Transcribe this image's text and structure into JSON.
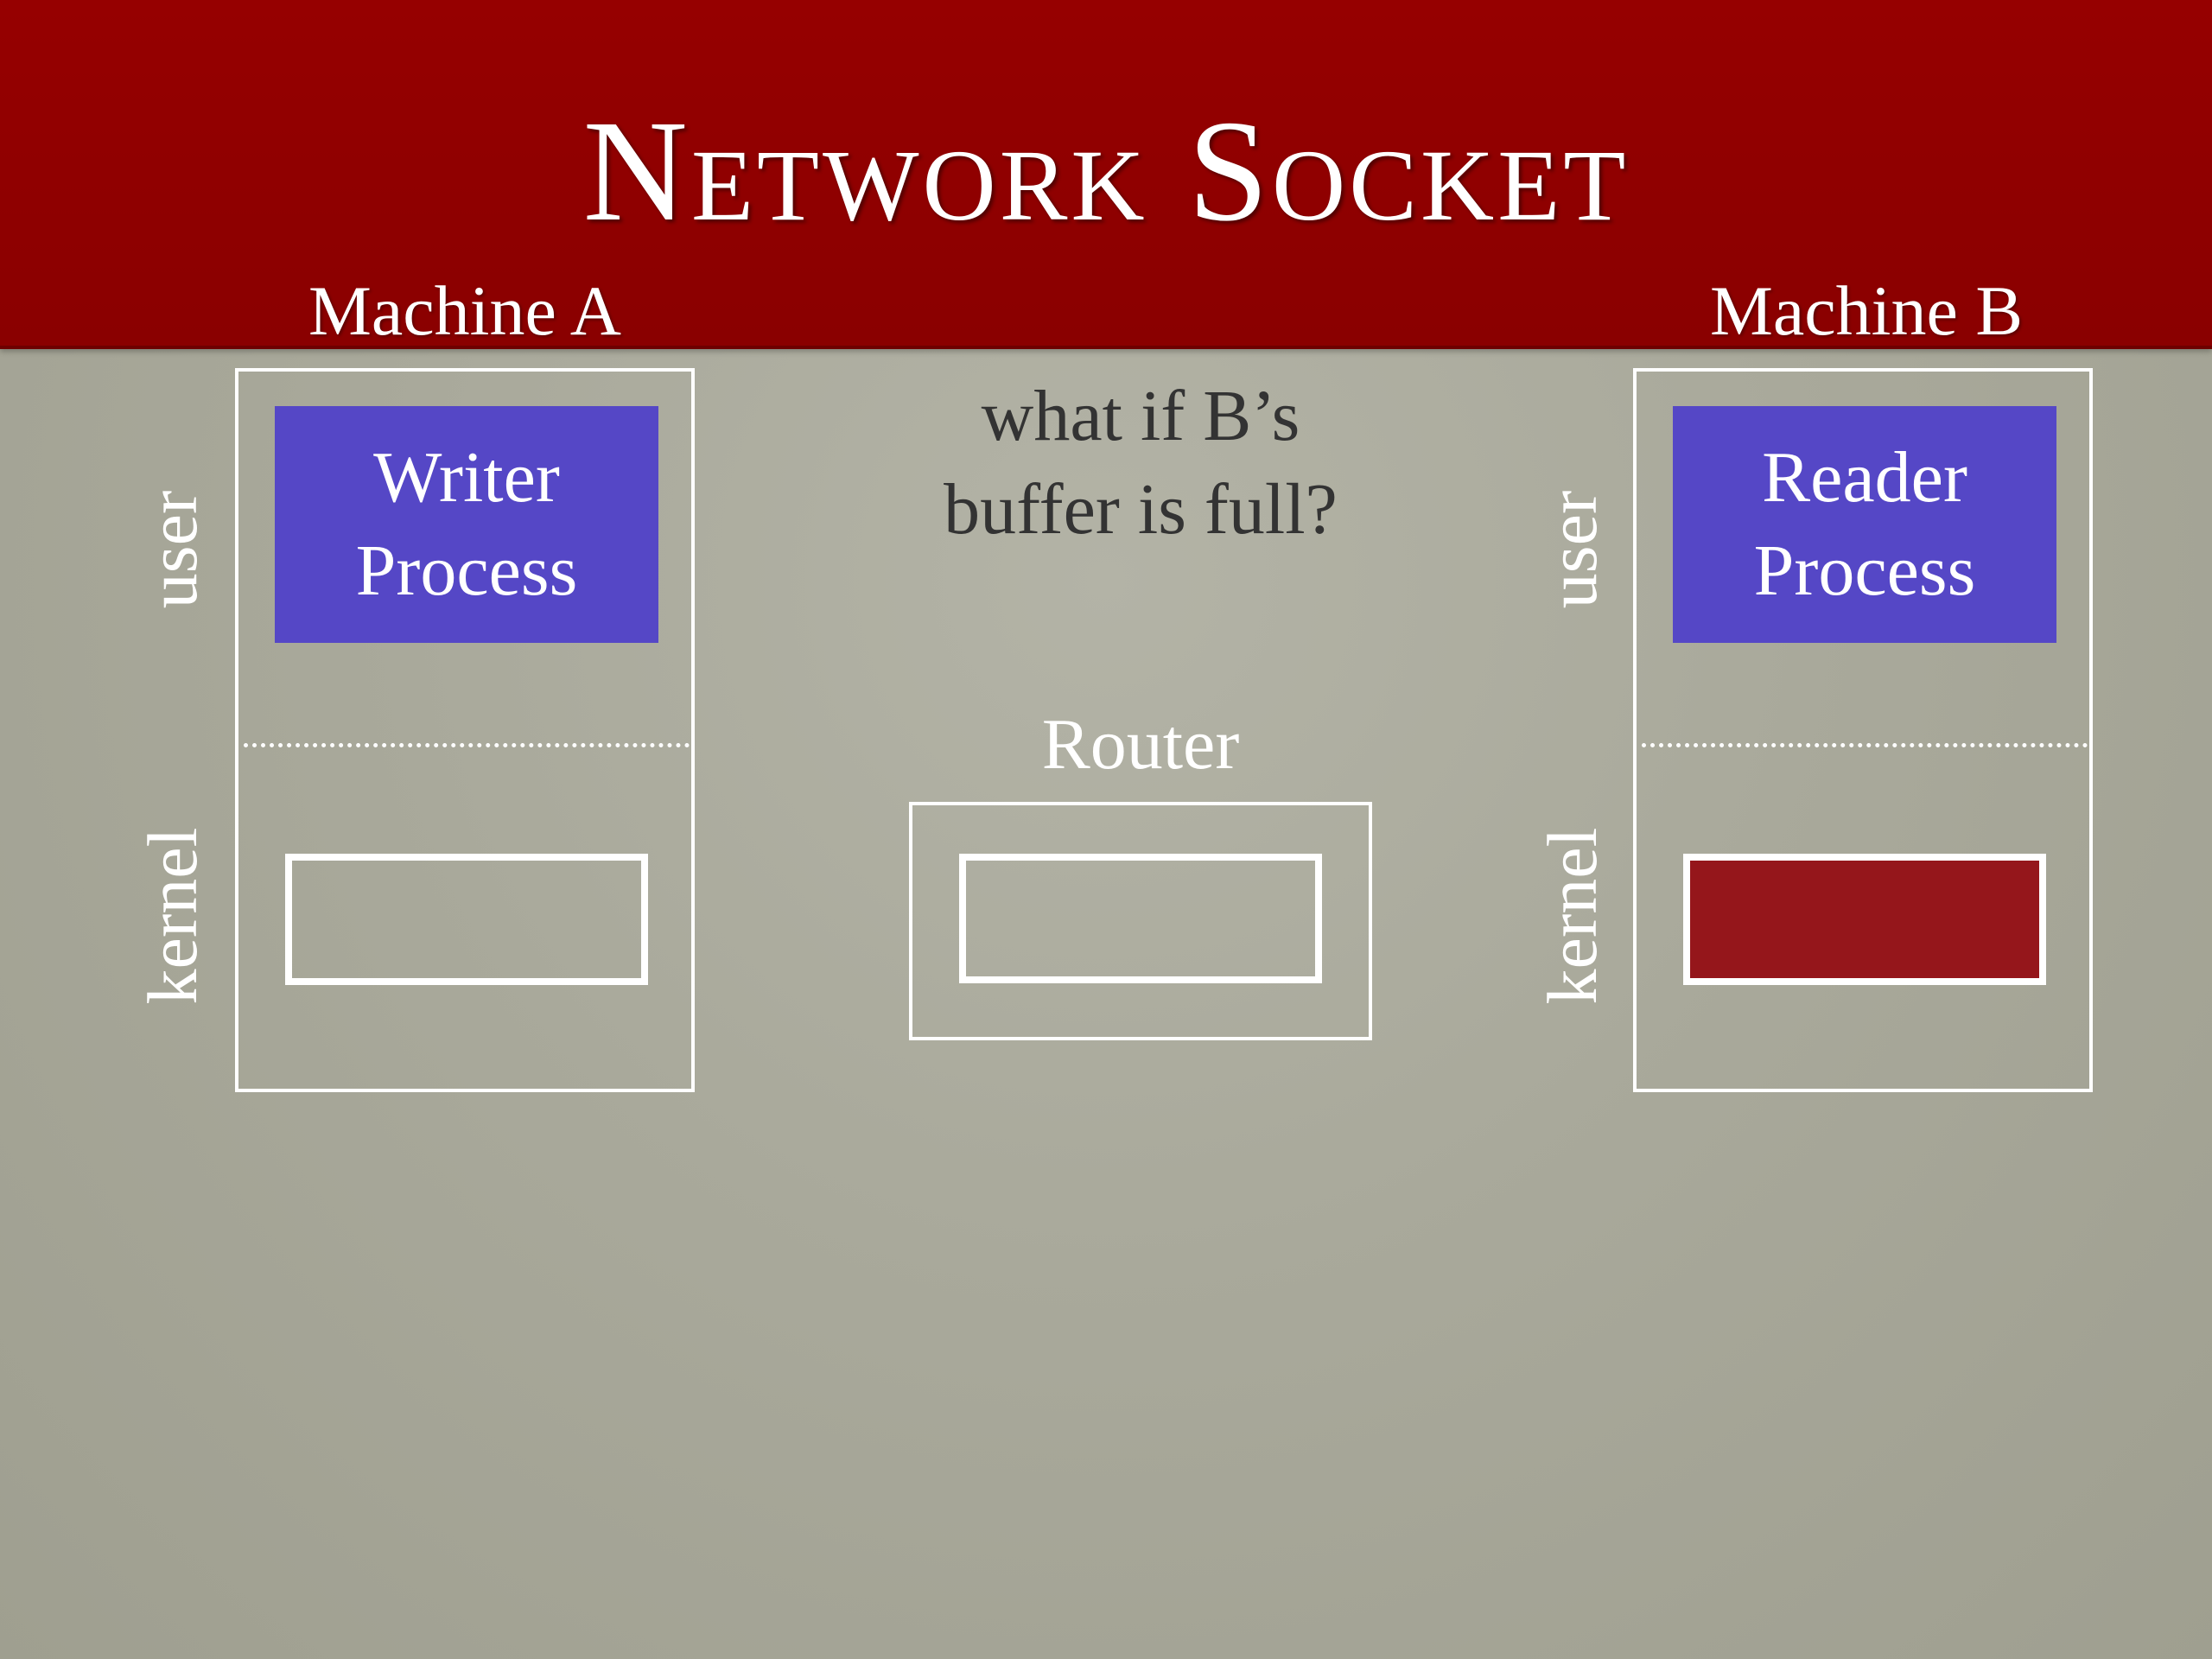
{
  "slide": {
    "title": "Network Socket"
  },
  "machine_a": {
    "label": "Machine A",
    "process_line1": "Writer",
    "process_line2": "Process",
    "user_label": "user",
    "kernel_label": "kernel",
    "buffer_state": "empty"
  },
  "machine_b": {
    "label": "Machine B",
    "process_line1": "Reader",
    "process_line2": "Process",
    "user_label": "user",
    "kernel_label": "kernel",
    "buffer_state": "full"
  },
  "question": {
    "line1": "what if B’s",
    "line2": "buffer is full?"
  },
  "router": {
    "label": "Router",
    "buffer_state": "empty"
  },
  "colors": {
    "header": "#8f0000",
    "process_fill": "#5547c6",
    "full_buffer": "#95161b",
    "background": "#a9a99b"
  }
}
